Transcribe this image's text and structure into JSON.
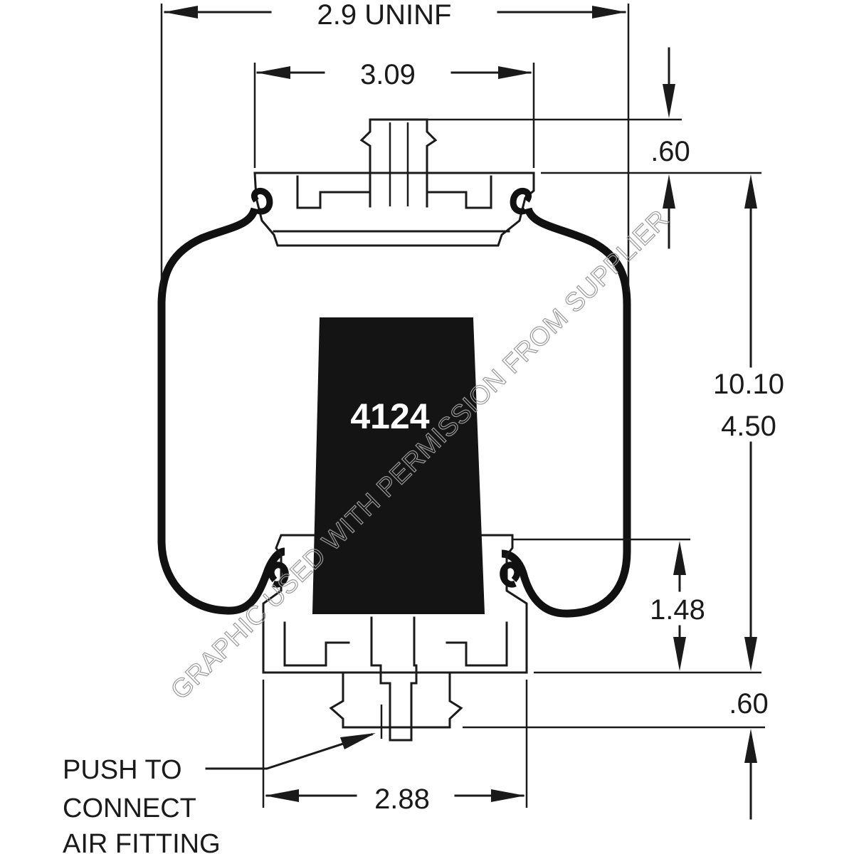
{
  "part_number": "4124",
  "dimensions": {
    "overall_width": "2.9 UNINF",
    "top_plate_width": "3.09",
    "top_stud_height": ".60",
    "height_max": "10.10",
    "height_min": "4.50",
    "piston_height": "1.48",
    "bottom_stud_height": ".60",
    "piston_width": "2.88"
  },
  "note_lines": [
    "PUSH TO",
    "CONNECT",
    "AIR FITTING"
  ],
  "watermark": "GRAPHIC USED WITH PERMISSION FROM SUPPLIER",
  "colors": {
    "line": "#1a1a1a",
    "label_fill": "#141414",
    "watermark": "#9a9a9a"
  }
}
